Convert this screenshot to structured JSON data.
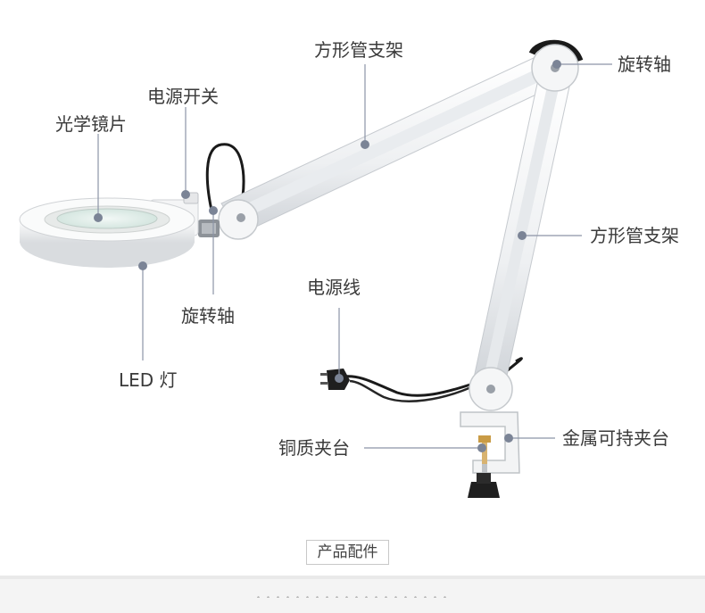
{
  "labels": {
    "lens": "光学镜片",
    "power_switch": "电源开关",
    "square_tube_upper": "方形管支架",
    "rotation_axis_top": "旋转轴",
    "square_tube_lower": "方形管支架",
    "rotation_axis_head": "旋转轴",
    "led_light": "LED 灯",
    "power_cord": "电源线",
    "copper_clamp": "铜质夹台",
    "metal_clamp": "金属可持夹台"
  },
  "footer": {
    "section_title": "产品配件"
  },
  "colors": {
    "leader": "#8c94a6",
    "dot": "#7b8496",
    "lamp_white": "#f7f8f9",
    "cord": "#1a1a1a"
  }
}
